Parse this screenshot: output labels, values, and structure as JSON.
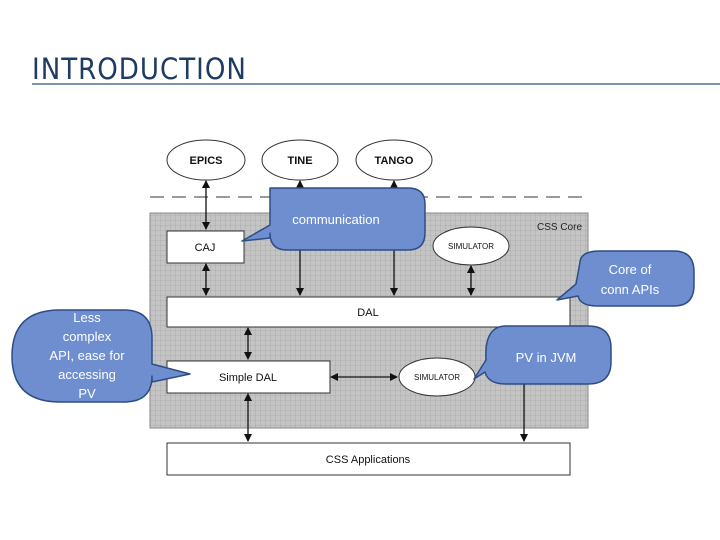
{
  "slide": {
    "title": "INTRODUCTION"
  },
  "diagram": {
    "external_systems": [
      "EPICS",
      "TINE",
      "TANGO"
    ],
    "core_label": "CSS Core",
    "caj_label": "CAJ",
    "simulator_top_label": "SIMULATOR",
    "dal_label": "DAL",
    "simple_dal_label": "Simple DAL",
    "simulator_bottom_label": "SIMULATOR",
    "applications_label": "CSS Applications"
  },
  "callouts": {
    "communication": "communication",
    "core_api": [
      "Core of",
      "conn APIs"
    ],
    "simple_api": [
      "Less",
      "complex",
      "API, ease for",
      "accessing",
      "PV"
    ],
    "pv_jvm": "PV in JVM"
  },
  "colors": {
    "title": "#1f3a63",
    "rule": "#7d93b5",
    "callout_fill": "#6f8ed0",
    "callout_border": "#2e4d86",
    "callout_text": "#ffffff"
  }
}
